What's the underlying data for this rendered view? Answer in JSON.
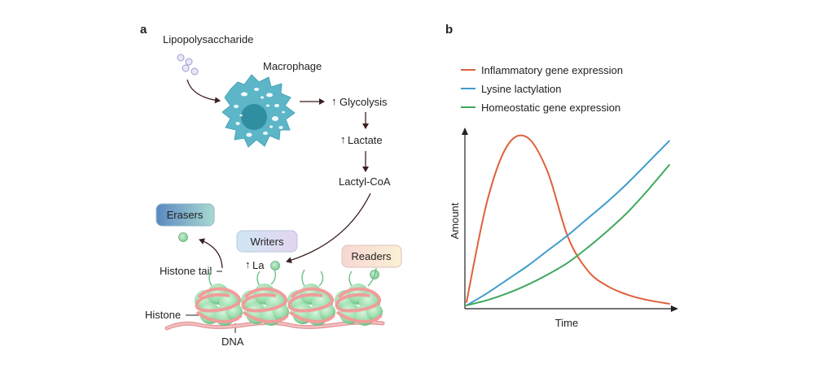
{
  "panel_a": {
    "letter": "a",
    "lipopolysaccharide": "Lipopolysaccharide",
    "macrophage": "Macrophage",
    "glycolysis": "Glycolysis",
    "lactate": "Lactate",
    "lactyl_coa": "Lactyl-CoA",
    "erasers": "Erasers",
    "writers": "Writers",
    "readers": "Readers",
    "la": "La",
    "histone_tail": "Histone tail",
    "histone": "Histone",
    "dna": "DNA",
    "up_arrow": "↑"
  },
  "panel_b": {
    "letter": "b",
    "chart_data": {
      "type": "line",
      "xlabel": "Time",
      "ylabel": "Amount",
      "x": [
        0,
        1,
        2,
        3,
        4,
        5,
        6,
        7,
        8,
        9,
        10
      ],
      "series": [
        {
          "name": "Inflammatory gene expression",
          "color": "#e0603a",
          "values": [
            0.02,
            0.6,
            0.93,
            0.98,
            0.78,
            0.4,
            0.2,
            0.11,
            0.06,
            0.03,
            0.01
          ]
        },
        {
          "name": "Lysine lactylation",
          "color": "#3f9ccc",
          "values": [
            0.0,
            0.07,
            0.15,
            0.23,
            0.32,
            0.41,
            0.51,
            0.61,
            0.72,
            0.84,
            0.96
          ]
        },
        {
          "name": "Homeostatic gene expression",
          "color": "#3fa85c",
          "values": [
            0.0,
            0.03,
            0.07,
            0.12,
            0.18,
            0.25,
            0.34,
            0.44,
            0.55,
            0.68,
            0.82
          ]
        }
      ],
      "legend_position": "top-left",
      "grid": false
    }
  }
}
